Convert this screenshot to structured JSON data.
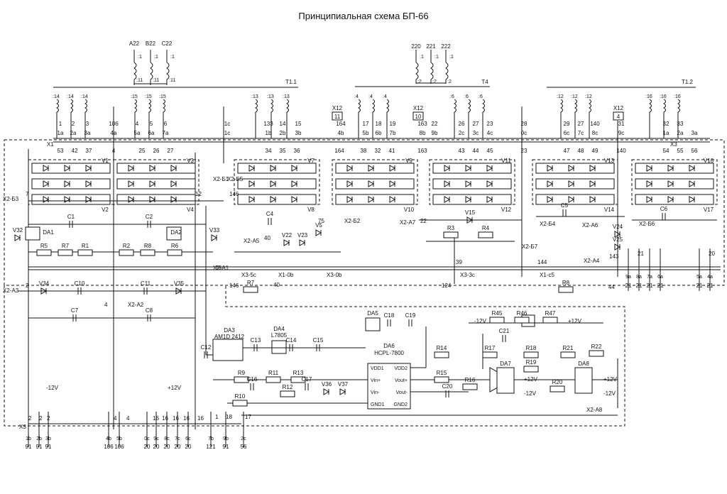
{
  "title": "Принципиальная схема  БП-66",
  "transformers": [
    {
      "label": "Т1.1",
      "primaries": [
        "A22",
        "B22",
        "C22"
      ],
      "primary_tap_top": ":1",
      "primary_tap_bottom": ":11"
    },
    {
      "label": "Т4",
      "primaries": [
        "220",
        "221",
        "222"
      ],
      "primary_tap_top": ":1",
      "primary_tap_bottom": ":2"
    },
    {
      "label": "Т1.2"
    }
  ],
  "connectors": [
    "X1",
    "X3",
    "X2-Б3",
    "X2-A3",
    "X2-A2",
    "X2-Б1",
    "X2-Б5",
    "X2-Б2",
    "X2-A7",
    "X2-A5",
    "X2-Б7",
    "X2-Б4",
    "X2-A6",
    "X2-A4",
    "X2-A1",
    "X2-Б6",
    "X2-A8",
    "X3-5c",
    "X1-0b",
    "X3-0b",
    "X3-3c",
    "X1-c5"
  ],
  "x12_boxes": [
    "11",
    "10",
    "4"
  ],
  "x12_label": "X12",
  "bridges": [
    "V1",
    "V2",
    "V3",
    "V4",
    "V7",
    "V8",
    "V9",
    "V10",
    "V11",
    "V12",
    "V13",
    "V14",
    "V16",
    "V17"
  ],
  "parts": {
    "DA1": "DA1",
    "DA2": "DA2",
    "DA3": "DA3",
    "DA3_type": "AM1D 2412",
    "DA4": "DA4",
    "DA4_type": "L7805",
    "DA5": "DA5",
    "DA6": "DA6",
    "DA6_type": "HCPL-7800",
    "DA7": "DA7",
    "DA8": "DA8"
  },
  "resistors": [
    "R5",
    "R7",
    "R1",
    "R2",
    "R8",
    "R6",
    "R3",
    "R4",
    "R7",
    "R8",
    "R45",
    "R46",
    "R47",
    "R14",
    "R17",
    "R18",
    "R15",
    "R16",
    "R19",
    "R20",
    "R21",
    "R22",
    "R9",
    "R11",
    "R13",
    "R12",
    "R10"
  ],
  "capacitors": [
    "C1",
    "C2",
    "C4",
    "C5",
    "C6",
    "C10",
    "C11",
    "C7",
    "C8",
    "C12",
    "C13",
    "C14",
    "C15",
    "C16",
    "C17",
    "C18",
    "C19",
    "C20",
    "C21"
  ],
  "diodes": [
    "V32",
    "V33",
    "V34",
    "V35",
    "V22",
    "V23",
    "V5",
    "V15",
    "V24",
    "V25",
    "V36",
    "V37"
  ],
  "da6_pins_left": [
    "VDD1",
    "Vin+",
    "Vin-",
    "GND1"
  ],
  "da6_pins_right": [
    "VDD2",
    "Vout+",
    "Vout-",
    "GND2"
  ],
  "supplies": {
    "minus12": "-12V",
    "plus12": "+12V"
  },
  "top_pins_row1": [
    "14",
    "14",
    "14",
    "15",
    "15",
    "15",
    "13",
    "13",
    "13",
    "4",
    "4",
    "4",
    "6",
    "6",
    "6",
    "12",
    "12",
    "12",
    "16",
    "16",
    "16"
  ],
  "top_pins_row2": [
    "1",
    "2",
    "3",
    "106",
    "4",
    "5",
    "6",
    "1c",
    "133",
    "14",
    "15",
    "164",
    "17",
    "18",
    "19",
    "163",
    "22",
    "26",
    "27",
    "23",
    "28",
    "29",
    "27",
    "140",
    "31",
    "32",
    "33"
  ],
  "x1_row": [
    "1a",
    "2a",
    "3a",
    "4a",
    "5a",
    "6a",
    "7a",
    "1c",
    "1b",
    "2b",
    "3b",
    "4b",
    "5b",
    "6b",
    "7b",
    "8b",
    "9b",
    "2c",
    "3c",
    "4c",
    "0c",
    "6c",
    "7c",
    "8c",
    "9c",
    "1a",
    "2a",
    "3a"
  ],
  "inner_row": [
    "53",
    "42",
    "37",
    "4",
    "25",
    "26",
    "27",
    "34",
    "35",
    "36",
    "164",
    "38",
    "32",
    "41",
    "163",
    "43",
    "44",
    "45",
    "23",
    "47",
    "48",
    "49",
    "140",
    "54",
    "55",
    "56"
  ],
  "bottom_labels_left": [
    "1b",
    "2b",
    "3b",
    "4b",
    "5b",
    "0c",
    "9c",
    "8c",
    "7c",
    "6c",
    "7b",
    "9b",
    "2c"
  ],
  "bottom_values_left": [
    "91",
    "91",
    "91",
    "106",
    "106",
    "20",
    "20",
    "20",
    "20",
    "20",
    "121",
    "91",
    "56"
  ],
  "bottom_labels_right": [
    "9a",
    "8a",
    "7a",
    "6a",
    "5a",
    "4a"
  ],
  "bottom_values_right": [
    "21",
    "21",
    "21",
    "21",
    "21",
    "21"
  ],
  "misc_numbers": [
    "7",
    "12",
    "146",
    "40",
    "75",
    "22",
    "39",
    "124",
    "144",
    "44",
    "143",
    "21",
    "20",
    "16",
    "146",
    "40",
    "2",
    "4",
    "1",
    "18",
    "17",
    "2",
    "2",
    "2",
    "4",
    "4",
    "16",
    "16",
    "16",
    "16",
    "16"
  ]
}
